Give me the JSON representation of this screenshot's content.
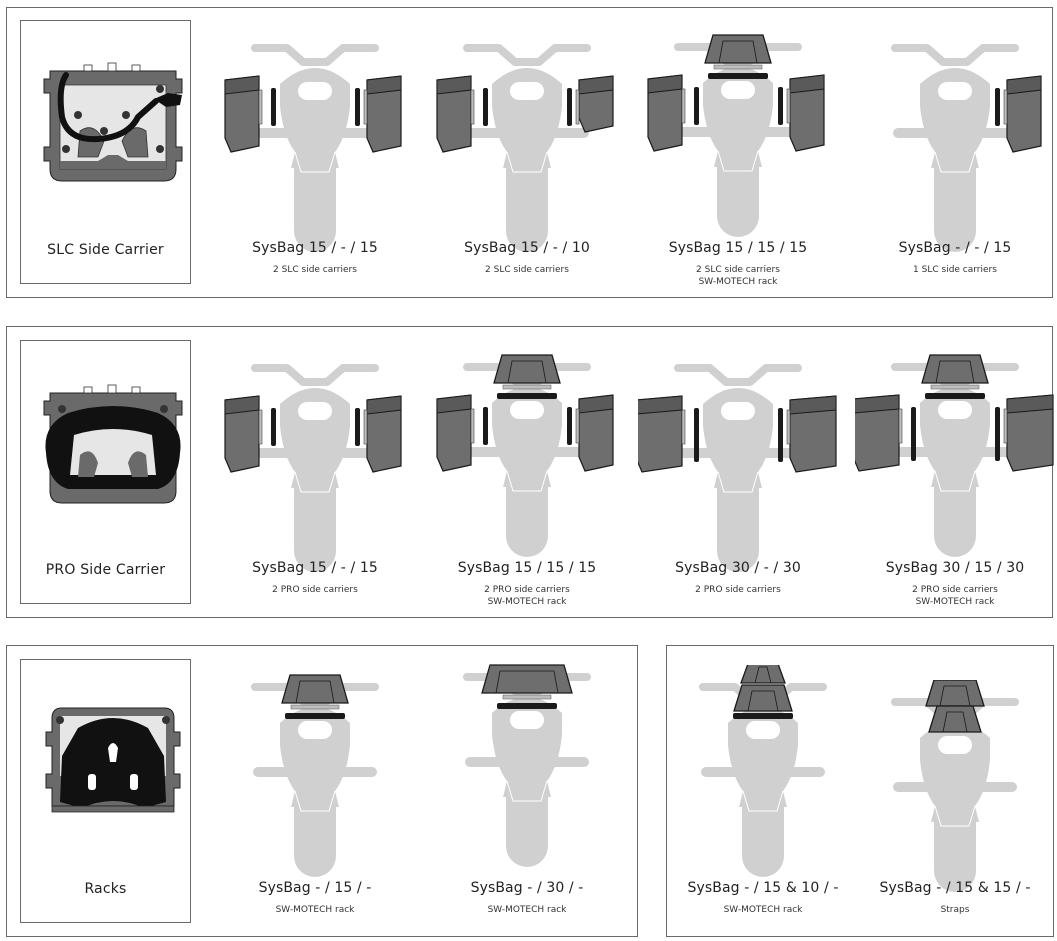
{
  "colors": {
    "bike": "#d0d0d0",
    "bag_body": "#6e6e6e",
    "bag_top": "#5a5a5a",
    "bag_outline": "#1a1a1a",
    "carrier": "#1a1a1a",
    "frame": "#6a6a6a"
  },
  "rows": [
    {
      "id": "slc",
      "carrier_label": "SLC Side Carrier",
      "configs": [
        {
          "title_prefix": "SysBag",
          "title": "15 / - / 15",
          "subtitle": [
            "2 SLC side carriers"
          ],
          "left": "15",
          "top": null,
          "right": "15",
          "carrier": "slc"
        },
        {
          "title_prefix": "SysBag",
          "title": "15 / - / 10",
          "subtitle": [
            "2 SLC side carriers"
          ],
          "left": "15",
          "top": null,
          "right": "10",
          "carrier": "slc"
        },
        {
          "title_prefix": "SysBag",
          "title": "15 / 15 / 15",
          "subtitle": [
            "2 SLC side carriers",
            "SW-MOTECH rack"
          ],
          "left": "15",
          "top": "15",
          "right": "15",
          "carrier": "slc"
        },
        {
          "title_prefix": "SysBag",
          "title": "- / - / 15",
          "subtitle": [
            "1 SLC side carriers"
          ],
          "left": null,
          "top": null,
          "right": "15",
          "carrier": "slc"
        }
      ]
    },
    {
      "id": "pro",
      "carrier_label": "PRO Side Carrier",
      "configs": [
        {
          "title_prefix": "SysBag",
          "title": "15 / - / 15",
          "subtitle": [
            "2 PRO side carriers"
          ],
          "left": "15",
          "top": null,
          "right": "15",
          "carrier": "pro"
        },
        {
          "title_prefix": "SysBag",
          "title": "15 / 15 / 15",
          "subtitle": [
            "2 PRO side carriers",
            "SW-MOTECH rack"
          ],
          "left": "15",
          "top": "15",
          "right": "15",
          "carrier": "pro"
        },
        {
          "title_prefix": "SysBag",
          "title": "30 / - / 30",
          "subtitle": [
            "2 PRO side carriers"
          ],
          "left": "30",
          "top": null,
          "right": "30",
          "carrier": "pro"
        },
        {
          "title_prefix": "SysBag",
          "title": "30 / 15 / 30",
          "subtitle": [
            "2 PRO side carriers",
            "SW-MOTECH rack"
          ],
          "left": "30",
          "top": "15",
          "right": "30",
          "carrier": "pro"
        }
      ]
    },
    {
      "id": "racks",
      "carrier_label": "Racks",
      "configs": [
        {
          "title_prefix": "SysBag",
          "title": "- / 15 / -",
          "subtitle": [
            "SW-MOTECH rack"
          ],
          "left": null,
          "top": "15",
          "right": null,
          "carrier": "rack"
        },
        {
          "title_prefix": "SysBag",
          "title": "- / 30 / -",
          "subtitle": [
            "SW-MOTECH rack"
          ],
          "left": null,
          "top": "30",
          "right": null,
          "carrier": "rack"
        }
      ]
    },
    {
      "id": "stacked",
      "configs": [
        {
          "title_prefix": "SysBag",
          "title": "- / 15 & 10 / -",
          "subtitle": [
            "SW-MOTECH rack"
          ],
          "left": null,
          "top": "15+10",
          "right": null,
          "carrier": "rack"
        },
        {
          "title_prefix": "SysBag",
          "title": "- / 15 & 15 / -",
          "subtitle": [
            "Straps"
          ],
          "left": null,
          "top": "15+15",
          "right": null,
          "carrier": "straps"
        }
      ]
    }
  ]
}
